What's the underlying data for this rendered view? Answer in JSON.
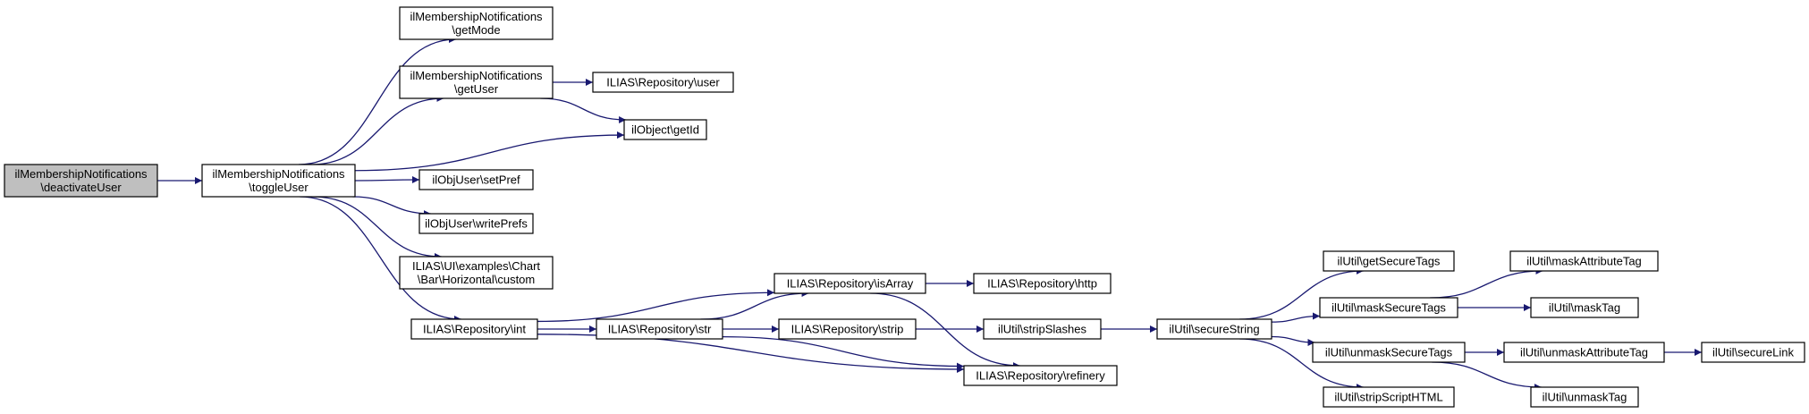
{
  "colors": {
    "edge": "#191970",
    "node_fill": "#ffffff",
    "root_fill": "#bfbfbf",
    "node_border": "#000000"
  },
  "nodes": [
    {
      "id": "deactivate",
      "lines": [
        "ilMembershipNotifications",
        "\\deactivateUser"
      ],
      "root": true
    },
    {
      "id": "toggle",
      "lines": [
        "ilMembershipNotifications",
        "\\toggleUser"
      ]
    },
    {
      "id": "getMode",
      "lines": [
        "ilMembershipNotifications",
        "\\getMode"
      ]
    },
    {
      "id": "getUser",
      "lines": [
        "ilMembershipNotifications",
        "\\getUser"
      ]
    },
    {
      "id": "repoUser",
      "lines": [
        "ILIAS\\Repository\\user"
      ]
    },
    {
      "id": "getId",
      "lines": [
        "ilObject\\getId"
      ]
    },
    {
      "id": "setPref",
      "lines": [
        "ilObjUser\\setPref"
      ]
    },
    {
      "id": "writePrefs",
      "lines": [
        "ilObjUser\\writePrefs"
      ]
    },
    {
      "id": "chartCustom",
      "lines": [
        "ILIAS\\UI\\examples\\Chart",
        "\\Bar\\Horizontal\\custom"
      ]
    },
    {
      "id": "repoInt",
      "lines": [
        "ILIAS\\Repository\\int"
      ]
    },
    {
      "id": "isArray",
      "lines": [
        "ILIAS\\Repository\\isArray"
      ]
    },
    {
      "id": "http",
      "lines": [
        "ILIAS\\Repository\\http"
      ]
    },
    {
      "id": "str",
      "lines": [
        "ILIAS\\Repository\\str"
      ]
    },
    {
      "id": "strip",
      "lines": [
        "ILIAS\\Repository\\strip"
      ]
    },
    {
      "id": "stripSlashes",
      "lines": [
        "ilUtil\\stripSlashes"
      ]
    },
    {
      "id": "refinery",
      "lines": [
        "ILIAS\\Repository\\refinery"
      ]
    },
    {
      "id": "secureString",
      "lines": [
        "ilUtil\\secureString"
      ]
    },
    {
      "id": "getSecureTags",
      "lines": [
        "ilUtil\\getSecureTags"
      ]
    },
    {
      "id": "maskSecureTags",
      "lines": [
        "ilUtil\\maskSecureTags"
      ]
    },
    {
      "id": "unmaskSecureTags",
      "lines": [
        "ilUtil\\unmaskSecureTags"
      ]
    },
    {
      "id": "stripScriptHTML",
      "lines": [
        "ilUtil\\stripScriptHTML"
      ]
    },
    {
      "id": "maskAttributeTag",
      "lines": [
        "ilUtil\\maskAttributeTag"
      ]
    },
    {
      "id": "maskTag",
      "lines": [
        "ilUtil\\maskTag"
      ]
    },
    {
      "id": "unmaskAttributeTag",
      "lines": [
        "ilUtil\\unmaskAttributeTag"
      ]
    },
    {
      "id": "unmaskTag",
      "lines": [
        "ilUtil\\unmaskTag"
      ]
    },
    {
      "id": "secureLink",
      "lines": [
        "ilUtil\\secureLink"
      ]
    }
  ],
  "edges": [
    [
      "deactivate",
      "toggle"
    ],
    [
      "toggle",
      "getMode"
    ],
    [
      "toggle",
      "getUser"
    ],
    [
      "toggle",
      "getId"
    ],
    [
      "toggle",
      "setPref"
    ],
    [
      "toggle",
      "writePrefs"
    ],
    [
      "toggle",
      "chartCustom"
    ],
    [
      "toggle",
      "repoInt"
    ],
    [
      "getUser",
      "repoUser"
    ],
    [
      "getUser",
      "getId"
    ],
    [
      "repoInt",
      "isArray"
    ],
    [
      "repoInt",
      "str"
    ],
    [
      "repoInt",
      "refinery"
    ],
    [
      "str",
      "isArray"
    ],
    [
      "str",
      "strip"
    ],
    [
      "str",
      "refinery"
    ],
    [
      "isArray",
      "http"
    ],
    [
      "isArray",
      "refinery"
    ],
    [
      "strip",
      "stripSlashes"
    ],
    [
      "stripSlashes",
      "secureString"
    ],
    [
      "secureString",
      "getSecureTags"
    ],
    [
      "secureString",
      "maskSecureTags"
    ],
    [
      "secureString",
      "unmaskSecureTags"
    ],
    [
      "secureString",
      "stripScriptHTML"
    ],
    [
      "maskSecureTags",
      "maskAttributeTag"
    ],
    [
      "maskSecureTags",
      "maskTag"
    ],
    [
      "unmaskSecureTags",
      "unmaskAttributeTag"
    ],
    [
      "unmaskSecureTags",
      "unmaskTag"
    ],
    [
      "unmaskAttributeTag",
      "secureLink"
    ]
  ]
}
